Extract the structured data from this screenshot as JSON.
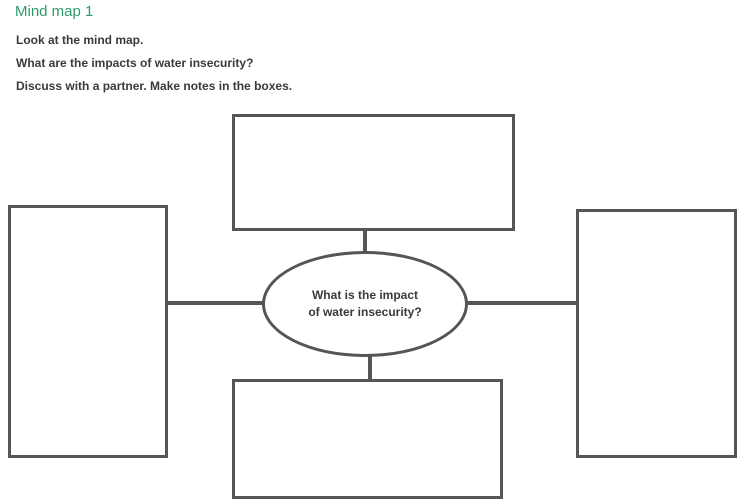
{
  "header": {
    "title": "Mind map 1",
    "instructions": [
      "Look at the mind map.",
      "What are the impacts of water insecurity?",
      "Discuss with a partner. Make notes in the boxes."
    ]
  },
  "mind_map": {
    "center": {
      "line1": "What is the impact",
      "line2": "of water insecurity?"
    },
    "note_boxes": [
      "",
      "",
      "",
      ""
    ]
  },
  "colors": {
    "title": "#2e9a6b",
    "text": "#3a3a3a",
    "outline": "#555555",
    "background": "#ffffff"
  }
}
